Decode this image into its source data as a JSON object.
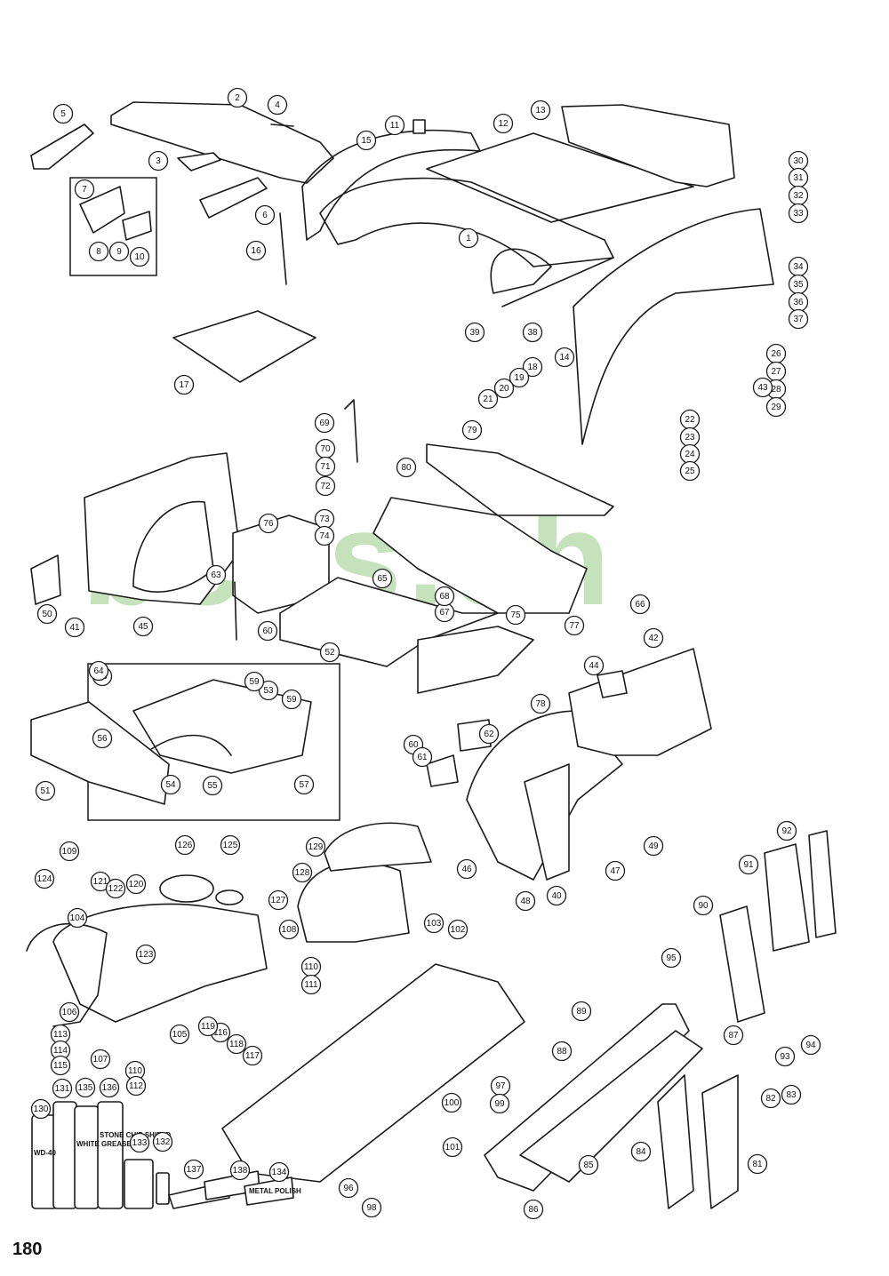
{
  "watermark": "bccs.ch",
  "page_number": "180",
  "product_labels": {
    "wd40": "WD-40",
    "stone_chip": "STONE CHIP SHIELD",
    "white_grease": "WHITE GREASE",
    "metal_polish": "METAL POLISH"
  },
  "callouts": [
    "1",
    "2",
    "3",
    "4",
    "5",
    "6",
    "7",
    "8",
    "9",
    "10",
    "11",
    "12",
    "13",
    "14",
    "15",
    "16",
    "17",
    "18",
    "19",
    "20",
    "21",
    "22",
    "23",
    "24",
    "25",
    "26",
    "27",
    "28",
    "29",
    "30",
    "31",
    "32",
    "33",
    "34",
    "35",
    "36",
    "37",
    "38",
    "39",
    "40",
    "41",
    "42",
    "43",
    "44",
    "45",
    "46",
    "47",
    "48",
    "49",
    "50",
    "51",
    "52",
    "53",
    "54",
    "55",
    "56",
    "57",
    "58",
    "59",
    "59",
    "60",
    "60",
    "61",
    "62",
    "63",
    "64",
    "65",
    "66",
    "67",
    "68",
    "69",
    "70",
    "71",
    "72",
    "73",
    "74",
    "75",
    "76",
    "77",
    "78",
    "79",
    "80",
    "81",
    "82",
    "83",
    "84",
    "85",
    "86",
    "87",
    "88",
    "89",
    "90",
    "91",
    "92",
    "93",
    "94",
    "95",
    "96",
    "97",
    "98",
    "99",
    "100",
    "101",
    "102",
    "103",
    "104",
    "105",
    "106",
    "107",
    "108",
    "109",
    "110",
    "110",
    "111",
    "112",
    "113",
    "114",
    "115",
    "116",
    "117",
    "118",
    "119",
    "120",
    "121",
    "122",
    "123",
    "124",
    "125",
    "126",
    "127",
    "128",
    "129",
    "130",
    "131",
    "132",
    "133",
    "134",
    "135",
    "136",
    "137",
    "138"
  ]
}
